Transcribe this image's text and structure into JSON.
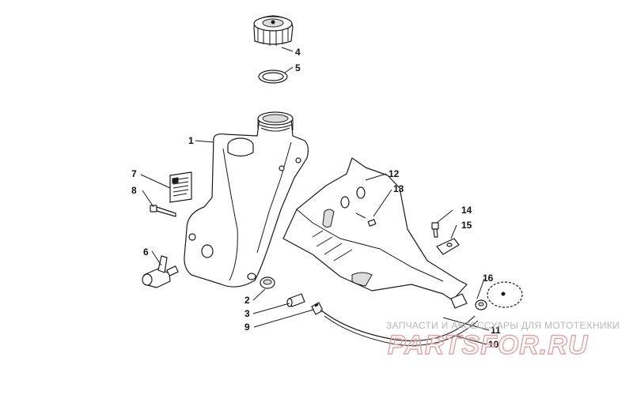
{
  "diagram": {
    "callouts": [
      {
        "id": "1",
        "label": "1"
      },
      {
        "id": "2",
        "label": "2"
      },
      {
        "id": "3",
        "label": "3"
      },
      {
        "id": "4",
        "label": "4"
      },
      {
        "id": "5",
        "label": "5"
      },
      {
        "id": "6",
        "label": "6"
      },
      {
        "id": "7",
        "label": "7"
      },
      {
        "id": "8",
        "label": "8"
      },
      {
        "id": "9",
        "label": "9"
      },
      {
        "id": "10",
        "label": "10"
      },
      {
        "id": "11",
        "label": "11"
      },
      {
        "id": "12",
        "label": "12"
      },
      {
        "id": "13",
        "label": "13"
      },
      {
        "id": "14",
        "label": "14"
      },
      {
        "id": "15",
        "label": "15"
      },
      {
        "id": "16",
        "label": "16"
      }
    ]
  },
  "watermark": {
    "caption": "ЗАПЧАСТИ И АКСЕССУАРЫ ДЛЯ МОТОТЕХНИКИ",
    "logo_text": "PARTSFOR.RU",
    "logo_color": "#e3a3a3"
  }
}
